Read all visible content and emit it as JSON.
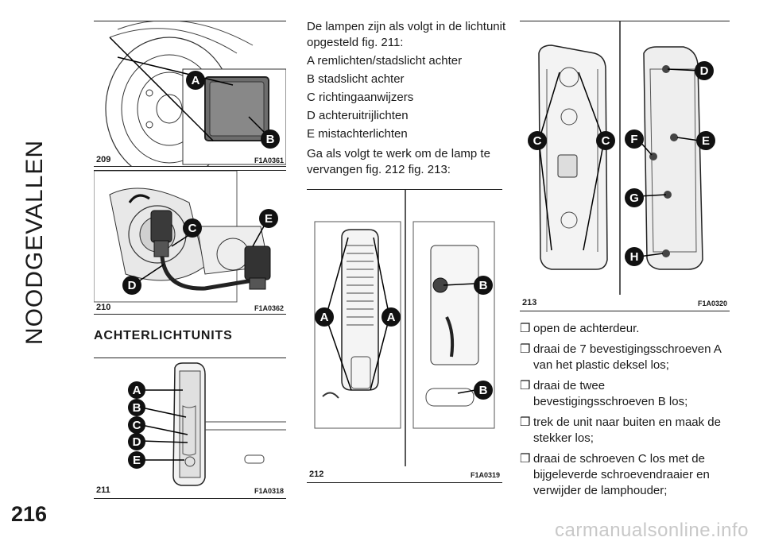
{
  "side_title": "NOODGEVALLEN",
  "page_number": "216",
  "watermark": "carmanualsonline.info",
  "section_heading": "ACHTERLICHTUNITS",
  "intro": "De lampen zijn als volgt in de lichtunit opgesteld fig. 211:",
  "lamps": [
    "A remlichten/stadslicht achter",
    "B stadslicht achter",
    "C richtingaanwijzers",
    "D achteruitrijlichten",
    "E mistachterlichten"
  ],
  "procedure_intro": "Ga als volgt te werk om de lamp te vervangen fig. 212 fig. 213:",
  "bullet_symbol": "❒",
  "steps": [
    "open de achterdeur.",
    "draai de 7 bevestigingsschroeven A van het plastic deksel los;",
    "draai de twee bevestigingsschroeven B los;",
    "trek de unit naar buiten en maak de stekker los;",
    "draai de schroeven C los met de bijgeleverde schroevendraaier en verwijder de lamphouder;"
  ],
  "figures": [
    {
      "number": "209",
      "code": "F1A0361",
      "callouts": [
        "A",
        "B"
      ]
    },
    {
      "number": "210",
      "code": "F1A0362",
      "callouts": [
        "C",
        "E",
        "D"
      ]
    },
    {
      "number": "211",
      "code": "F1A0318",
      "callouts": [
        "A",
        "B",
        "C",
        "D",
        "E"
      ]
    },
    {
      "number": "212",
      "code": "F1A0319",
      "callouts": [
        "B",
        "A",
        "A",
        "B"
      ]
    },
    {
      "number": "213",
      "code": "F1A0320",
      "callouts": [
        "D",
        "C",
        "C",
        "F",
        "E",
        "G",
        "H"
      ]
    }
  ]
}
